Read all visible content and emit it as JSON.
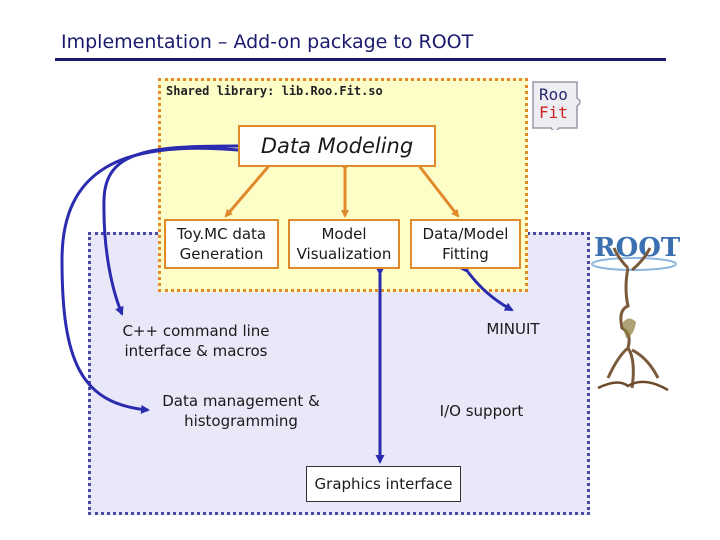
{
  "slide": {
    "title": "Implementation – Add-on package to ROOT"
  },
  "shared_library": {
    "label": "Shared library: lib.Roo.Fit.so"
  },
  "roofit_logo": {
    "line1": "Roo",
    "line2": "Fit"
  },
  "root_logo": {
    "text": "ROOT"
  },
  "nodes": {
    "data_modeling": "Data Modeling",
    "toymc": "Toy.MC data\nGeneration",
    "model_viz": "Model\nVisualization",
    "fitting": "Data/Model\nFitting",
    "cpp": "C++ command line\ninterface & macros",
    "minuit": "MINUIT",
    "data_mgmt": "Data management &\nhistogramming",
    "io": "I/O support",
    "graphics": "Graphics interface"
  },
  "colors": {
    "title": "#1a1a6e",
    "shared_region_fill": "#fdfdc8",
    "shared_region_border": "#e08a2c",
    "root_region_fill": "#e8e8f8",
    "root_region_border": "#4a4aa0",
    "orange_arrow": "#e08a2c",
    "blue_arrow": "#2b2bb0"
  }
}
